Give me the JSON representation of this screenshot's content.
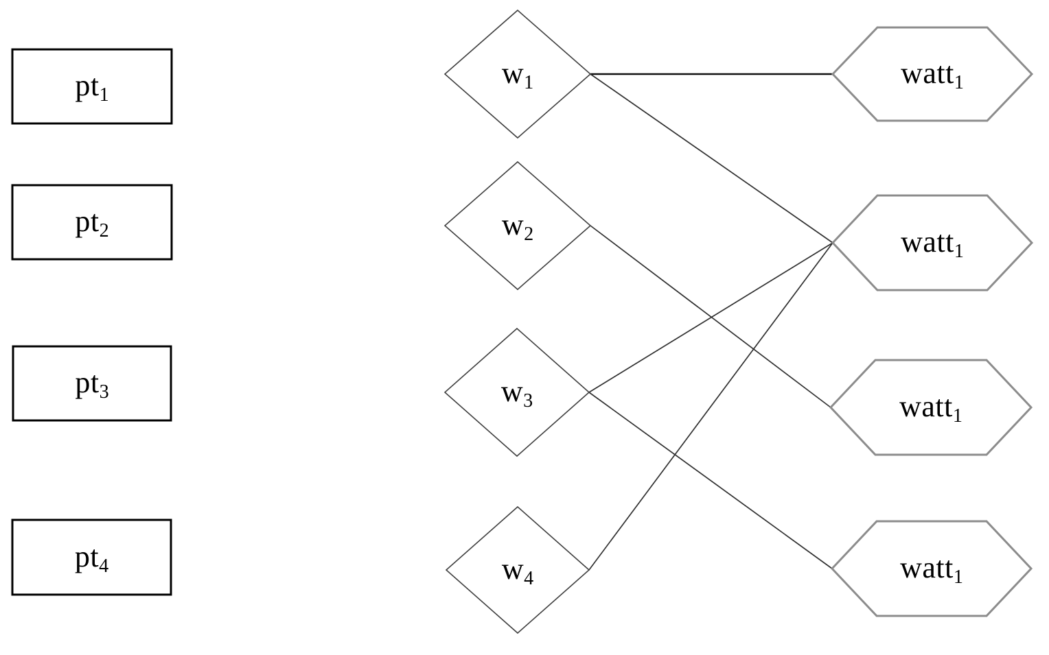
{
  "diagram": {
    "background": "#ffffff",
    "colors": {
      "box_border": "#000000",
      "diamond_border": "#3f3f3f",
      "hexagon_border": "#8c8c8c",
      "edge": "#303030",
      "edge_strong": "#111111",
      "text": "#000000"
    },
    "left_column": {
      "shape": "rectangle",
      "nodes": [
        {
          "id": "pt1",
          "base": "pt",
          "sub": "1"
        },
        {
          "id": "pt2",
          "base": "pt",
          "sub": "2"
        },
        {
          "id": "pt3",
          "base": "pt",
          "sub": "3"
        },
        {
          "id": "pt4",
          "base": "pt",
          "sub": "4"
        }
      ]
    },
    "middle_column": {
      "shape": "diamond",
      "nodes": [
        {
          "id": "w1",
          "base": "w",
          "sub": "1"
        },
        {
          "id": "w2",
          "base": "w",
          "sub": "2"
        },
        {
          "id": "w3",
          "base": "w",
          "sub": "3"
        },
        {
          "id": "w4",
          "base": "w",
          "sub": "4"
        }
      ]
    },
    "right_column": {
      "shape": "hexagon",
      "nodes": [
        {
          "id": "watt1",
          "base": "watt",
          "sub": "1"
        },
        {
          "id": "watt2",
          "base": "watt",
          "sub": "1"
        },
        {
          "id": "watt3",
          "base": "watt",
          "sub": "1"
        },
        {
          "id": "watt4",
          "base": "watt",
          "sub": "1"
        }
      ]
    },
    "edges": [
      {
        "from": "w1",
        "to": "watt1",
        "style": "strong"
      },
      {
        "from": "w1",
        "to": "watt2",
        "style": "normal"
      },
      {
        "from": "w2",
        "to": "watt3",
        "style": "normal"
      },
      {
        "from": "w3",
        "to": "watt2",
        "style": "normal"
      },
      {
        "from": "w3",
        "to": "watt4",
        "style": "normal"
      },
      {
        "from": "w4",
        "to": "watt2",
        "style": "normal"
      }
    ]
  }
}
